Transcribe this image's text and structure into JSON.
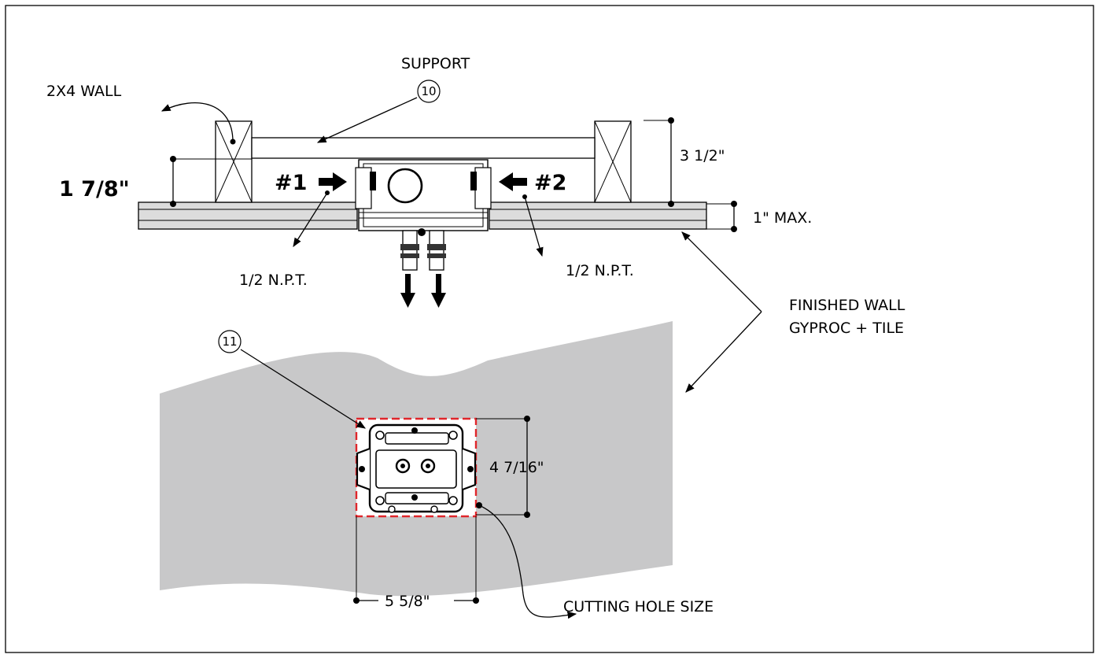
{
  "labels": {
    "support": "SUPPORT",
    "wall_2x4": "2X4 WALL",
    "dim_1_7_8": "1  7/8\"",
    "dim_3_1_2": "3 1/2\"",
    "dim_1_max": "1\"  MAX.",
    "inlet_1": "#1",
    "inlet_2": "#2",
    "npt_left": "1/2 N.P.T.",
    "npt_right": "1/2 N.P.T.",
    "finished_wall_line1": "FINISHED WALL",
    "finished_wall_line2": "GYPROC + TILE",
    "dim_4_7_16": "4  7/16\"",
    "dim_5_5_8": "5  5/8\"",
    "cutting_hole": "CUTTING HOLE SIZE",
    "callout_10": "10",
    "callout_11": "11"
  },
  "colors": {
    "wall_fill": "#c8c8c9",
    "cut_outline": "#e0262b",
    "line": "#000000"
  }
}
